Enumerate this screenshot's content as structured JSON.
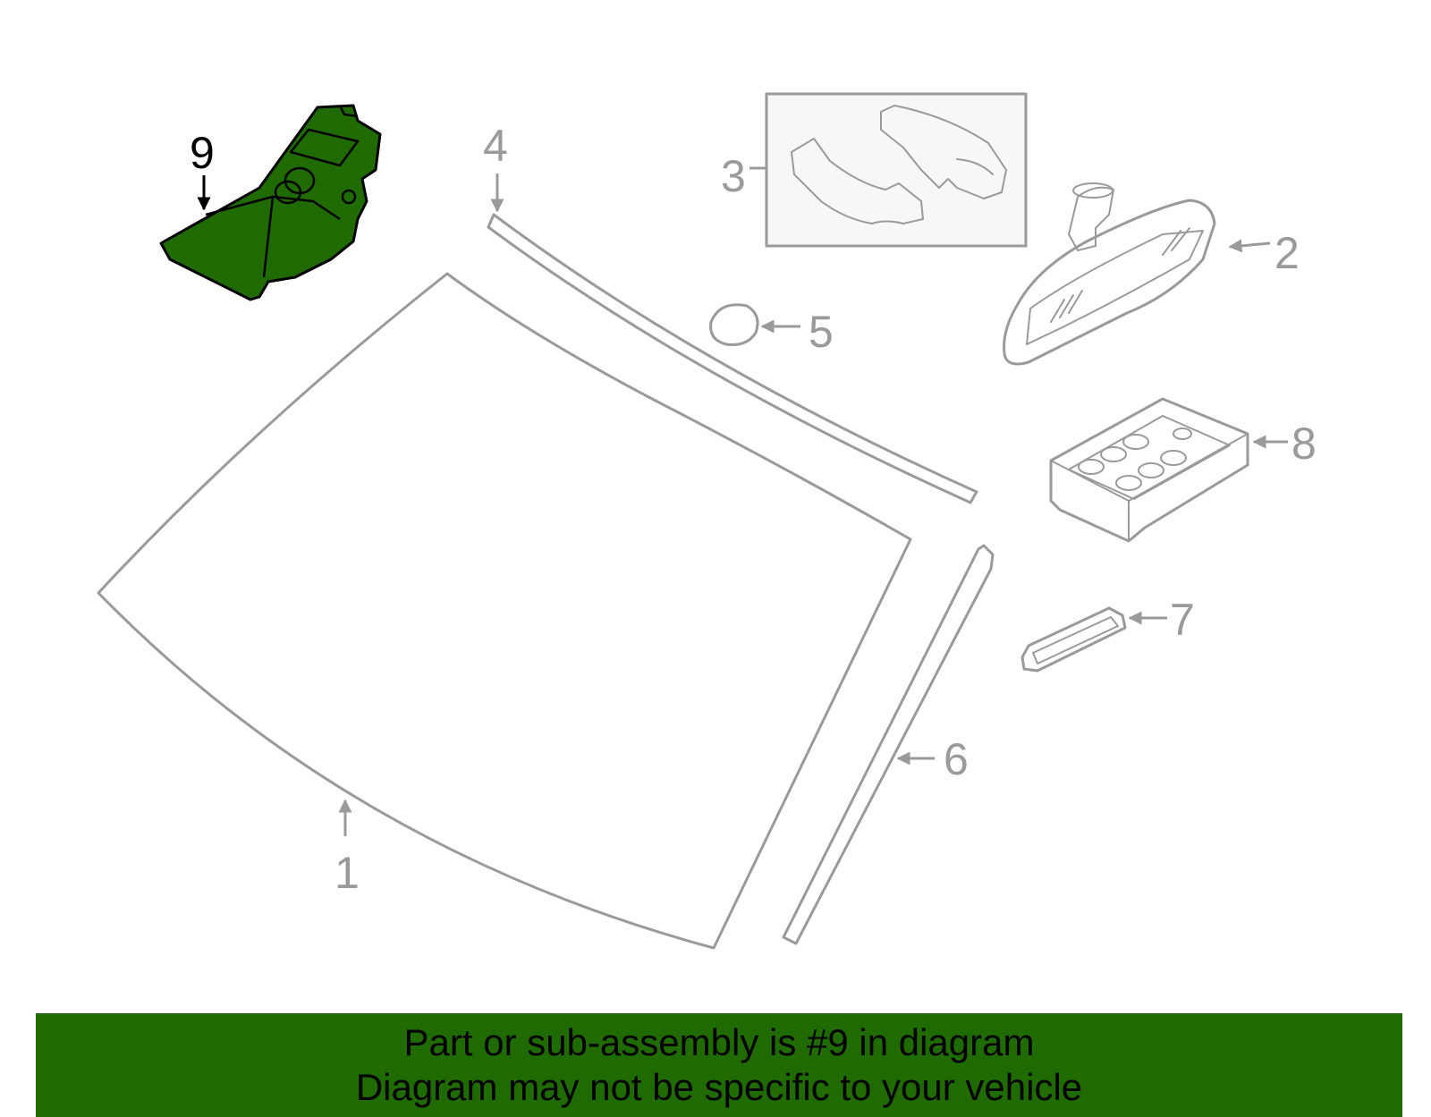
{
  "colors": {
    "highlight": "#1f6b00",
    "part_stroke": "#9a9a9a",
    "highlight_stroke": "#000000",
    "background": "#ffffff"
  },
  "callouts": {
    "c1": "1",
    "c2": "2",
    "c3": "3",
    "c4": "4",
    "c5": "5",
    "c6": "6",
    "c7": "7",
    "c8": "8",
    "c9": "9"
  },
  "highlighted_part": "9",
  "banner": {
    "line1": "Part or sub-assembly is #9 in diagram",
    "line2": "Diagram may not be specific to your vehicle"
  }
}
